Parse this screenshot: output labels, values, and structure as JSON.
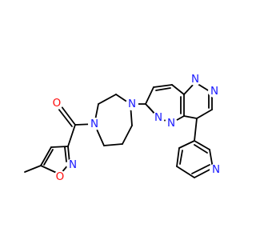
{
  "molecule": {
    "atoms": {
      "o_carbonyl": "O",
      "o_isoxazole": "O",
      "n_isoxazole": "N",
      "n_diazepane_left": "N",
      "n_diazepane_right": "N",
      "n_pyridazine_1": "N",
      "n_pyridazine_2": "N",
      "n_triazole_1": "N",
      "n_triazole_2": "N",
      "n_pyridine": "N"
    },
    "colors": {
      "carbon_bond": "#000000",
      "nitrogen": "#1a1aff",
      "oxygen": "#ff0d0d"
    }
  }
}
